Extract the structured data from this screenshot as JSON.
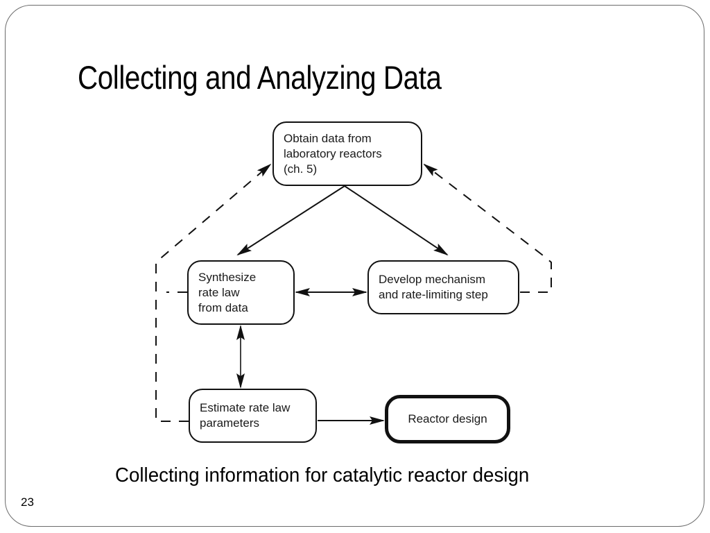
{
  "slide": {
    "title": "Collecting and Analyzing Data",
    "caption": "Collecting information for catalytic reactor design",
    "page_number": "23"
  },
  "diagram": {
    "nodes": {
      "obtain": {
        "label": "Obtain data from\nlaboratory reactors\n(ch. 5)"
      },
      "synthesize": {
        "label": "Synthesize\nrate law\nfrom data"
      },
      "develop": {
        "label": "Develop mechanism\nand rate-limiting step"
      },
      "estimate": {
        "label": "Estimate rate law\nparameters"
      },
      "reactor": {
        "label": "Reactor design"
      }
    },
    "edges": [
      {
        "from": "obtain",
        "to": "synthesize",
        "style": "solid",
        "direction": "forward"
      },
      {
        "from": "obtain",
        "to": "develop",
        "style": "solid",
        "direction": "forward"
      },
      {
        "from": "synthesize",
        "to": "develop",
        "style": "solid",
        "direction": "both"
      },
      {
        "from": "synthesize",
        "to": "estimate",
        "style": "solid",
        "direction": "both"
      },
      {
        "from": "estimate",
        "to": "reactor",
        "style": "solid",
        "direction": "forward"
      },
      {
        "from": "synthesize/estimate",
        "to": "obtain",
        "style": "dashed",
        "direction": "forward"
      },
      {
        "from": "develop",
        "to": "obtain",
        "style": "dashed",
        "direction": "forward"
      }
    ]
  }
}
